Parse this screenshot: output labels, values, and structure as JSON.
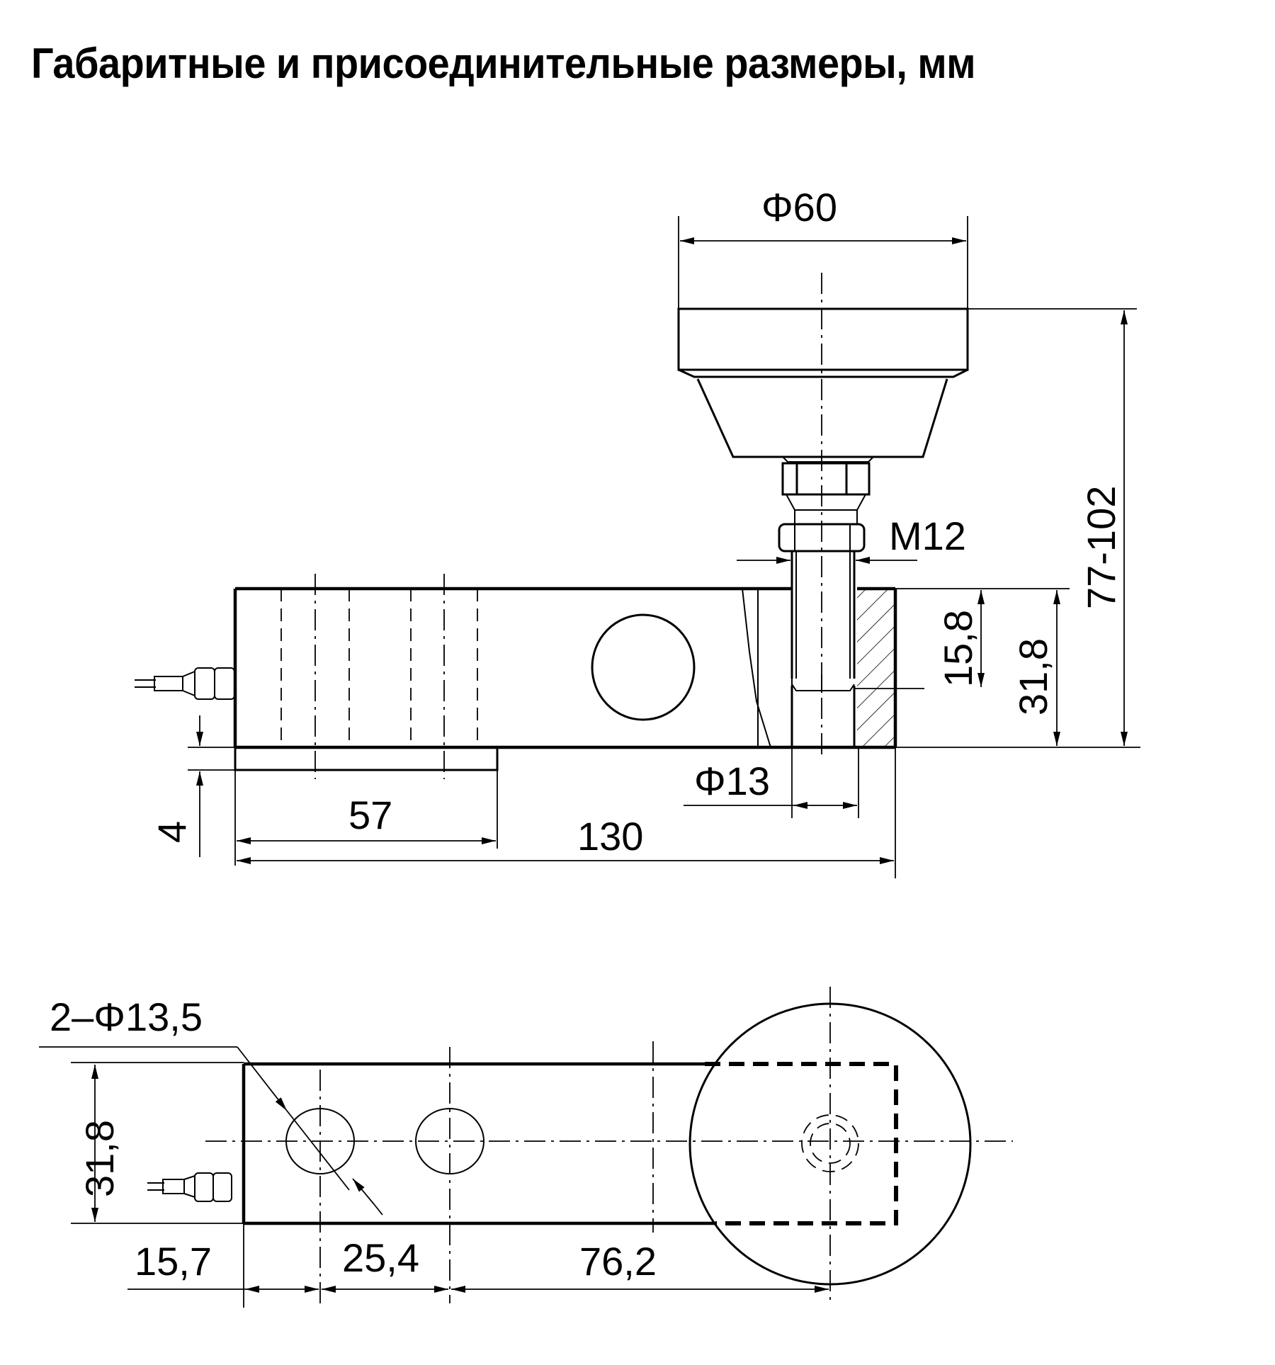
{
  "title": "Габаритные и присоединительные размеры, мм",
  "side_view": {
    "dimensions": {
      "top_diameter": "Φ60",
      "thread": "M12",
      "height_range": "77-102",
      "thread_depth": "15,8",
      "beam_height": "31,8",
      "pin_diameter": "Φ13",
      "base_thickness": "4",
      "base_length": "57",
      "total_length": "130"
    }
  },
  "top_view": {
    "dimensions": {
      "holes": "2–Φ13,5",
      "beam_width": "31,8",
      "edge_to_hole": "15,7",
      "hole_spacing": "25,4",
      "hole_to_load": "76,2"
    }
  },
  "colors": {
    "line": "#000000",
    "background": "#ffffff"
  }
}
